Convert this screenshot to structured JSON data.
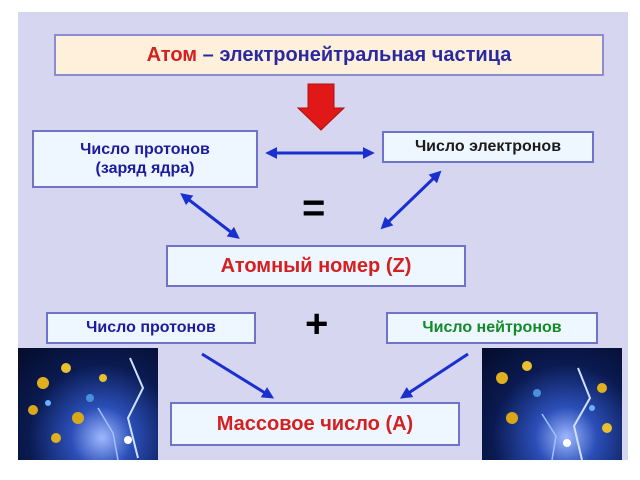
{
  "title": {
    "atom": "Атом",
    "rest": " – электронейтральная частица"
  },
  "left_box": {
    "line1": "Число протонов",
    "line2": "(заряд ядра)"
  },
  "right_box": {
    "label": "Число электронов"
  },
  "equals_sign": "=",
  "atomic_number_box": {
    "label": "Атомный номер (Z)"
  },
  "plus_sign": "+",
  "protons_box": {
    "label": "Число протонов"
  },
  "neutrons_box": {
    "label": "Число нейтронов"
  },
  "mass_number_box": {
    "label": "Массовое число (А)"
  },
  "colors": {
    "slide_background": "#d6d6f0",
    "box_border": "#6f74c8",
    "title_fill": "#fff0dc",
    "accent_red": "#d42020",
    "text_blue": "#1c1c9c",
    "text_green": "#128a28",
    "arrow_blue": "#1a2fd0",
    "down_arrow_red": "#e01818"
  }
}
